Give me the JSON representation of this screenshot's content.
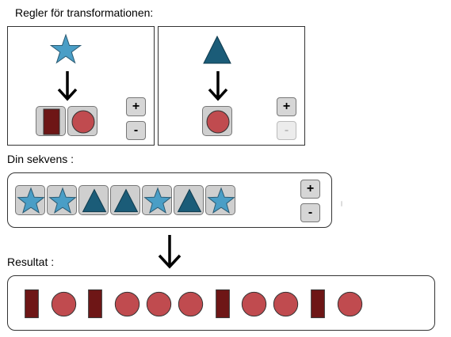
{
  "rules": {
    "title": "Regler för transformationen:",
    "items": [
      {
        "input": "star",
        "output": [
          "rect",
          "circle"
        ],
        "plus": "+",
        "minus": "-",
        "minus_disabled": false
      },
      {
        "input": "triangle",
        "output": [
          "circle"
        ],
        "plus": "+",
        "minus": "-",
        "minus_disabled": true
      }
    ]
  },
  "sequence": {
    "title": "Din sekvens :",
    "items": [
      "star",
      "star",
      "triangle",
      "triangle",
      "star",
      "triangle",
      "star"
    ],
    "plus": "+",
    "minus": "-"
  },
  "result": {
    "title": "Resultat :",
    "items": [
      "rect",
      "circle",
      "rect",
      "circle",
      "circle",
      "circle",
      "rect",
      "circle",
      "circle",
      "rect",
      "circle"
    ]
  },
  "colors": {
    "star": "#4a9ec6",
    "triangle": "#1b5c78",
    "rect": "#6e1616",
    "circle": "#c04b4f"
  }
}
